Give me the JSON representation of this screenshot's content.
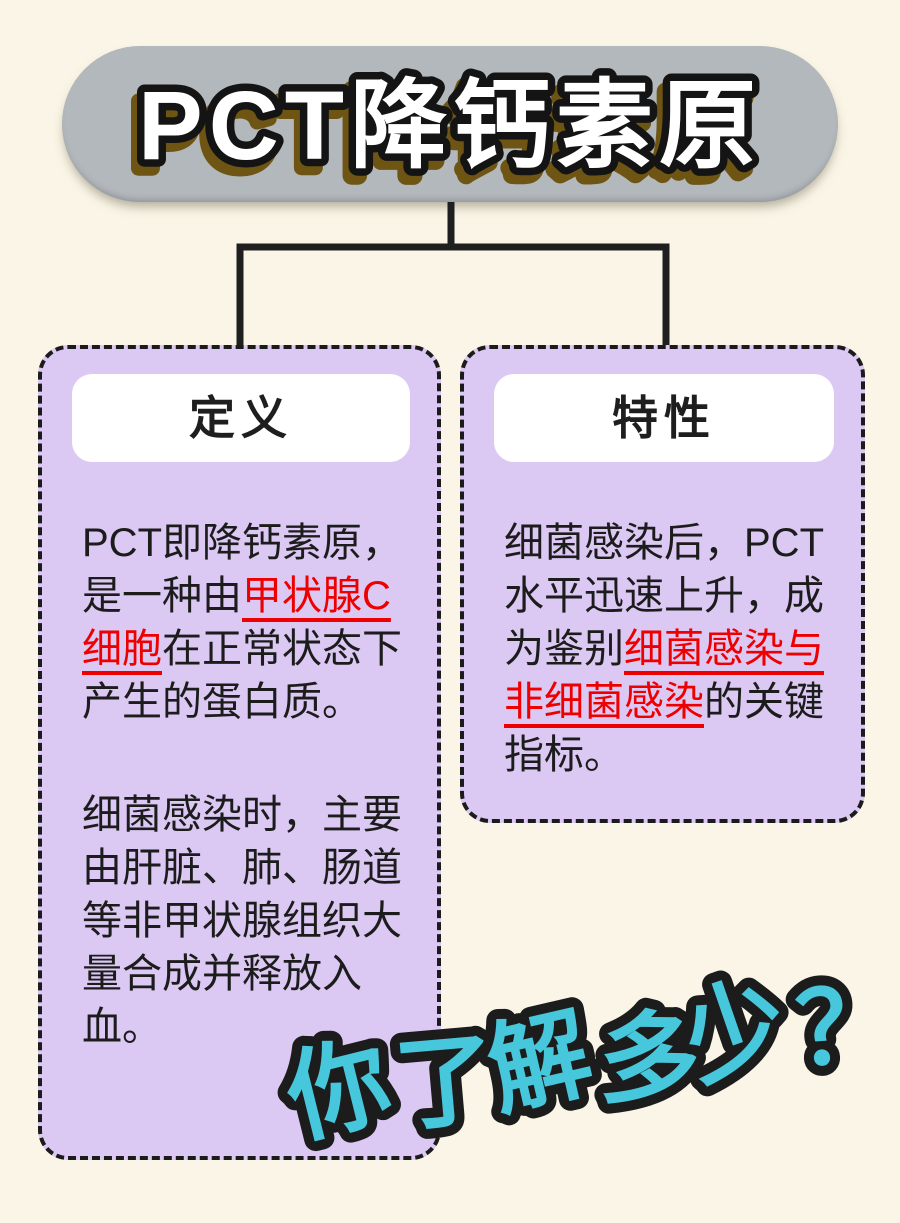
{
  "page": {
    "background_color": "#faf5e6"
  },
  "header": {
    "title": "PCT降钙素原",
    "pill_color": "#b3b8bd",
    "text_color": "#ffffff",
    "outline_color": "#141414",
    "shadow_color": "#6e5513"
  },
  "connector": {
    "color": "#1f1f1f"
  },
  "cards": {
    "card_color": "#dbc8f3",
    "border_color": "#1b1b1b",
    "title_bg_color": "#ffffff",
    "text_color": "#1c1c1c",
    "highlight_color": "#ee0000",
    "definition": {
      "title": "定义",
      "paragraphs": [
        {
          "segments": [
            {
              "text": "PCT即降钙素原，是一种由",
              "style": "normal"
            },
            {
              "text": "甲状腺C细胞",
              "style": "red-underline"
            },
            {
              "text": "在正常状态下产生的蛋白质。",
              "style": "normal"
            }
          ]
        },
        {
          "segments": [
            {
              "text": "细菌感染时，主要由肝脏、肺、肠道等非甲状腺组织大量合成并释放入血。",
              "style": "normal"
            }
          ]
        }
      ]
    },
    "characteristics": {
      "title": "特性",
      "paragraphs": [
        {
          "segments": [
            {
              "text": "细菌感染后，PCT水平迅速上升，成为鉴别",
              "style": "normal"
            },
            {
              "text": "细菌感染与非细菌感染",
              "style": "red-underline"
            },
            {
              "text": "的关键指标。",
              "style": "normal"
            }
          ]
        }
      ]
    }
  },
  "footer": {
    "question": "你了解多少？",
    "fill_color": "#46c7db",
    "outline_color": "#1c1c1c"
  }
}
